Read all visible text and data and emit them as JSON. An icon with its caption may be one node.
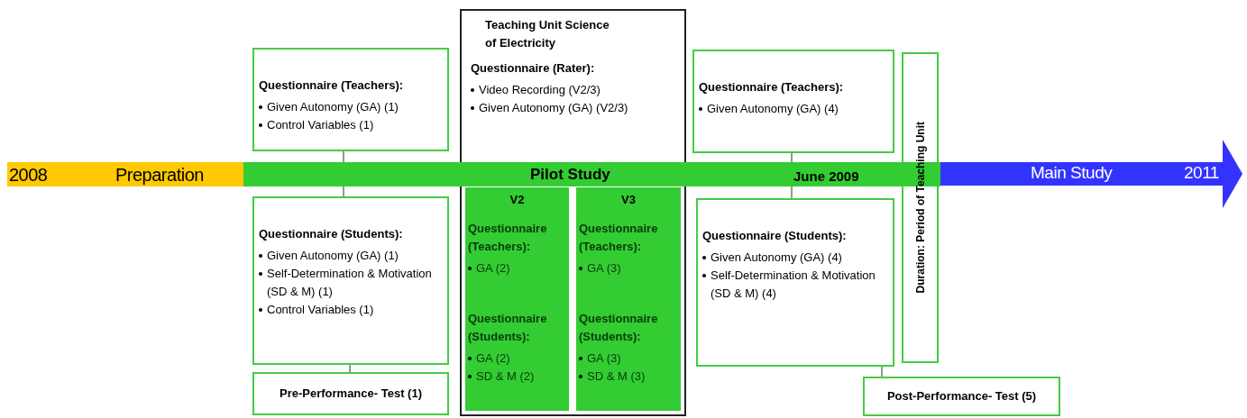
{
  "diagram": {
    "nodes": [
      {
        "text": [
          "2008",
          "Preparation"
        ]
      },
      {
        "text": [
          "Pilot Study",
          "June 2009"
        ]
      },
      {
        "text": [
          "Main Study",
          "2011"
        ]
      },
      {
        "text": [
          "Questionnaire (Teachers):",
          "Given Autonomy (GA) (1)",
          "Control Variables (1)"
        ]
      },
      {
        "text": [
          "Questionnaire (Students):",
          "Given Autonomy (GA) (1)",
          "Self-Determination & Motivation (SD & M) (1)",
          "Control Variables (1)"
        ]
      },
      {
        "text": [
          "Pre-Performance- Test (1)"
        ]
      },
      {
        "text": [
          "Teaching Unit Science of Electricity",
          "Questionnaire (Rater):",
          "Video Recording (V2/3)",
          "Given Autonomy (GA) (V2/3)"
        ]
      },
      {
        "text": [
          "V2",
          "Questionnaire (Teachers):",
          "GA (2)",
          "Questionnaire (Students):",
          "GA (2)",
          "SD & M (2)"
        ],
        "in": 6
      },
      {
        "text": [
          "V3",
          "Questionnaire (Teachers):",
          "GA (3)",
          "Questionnaire (Students):",
          "GA (3)",
          "SD & M (3)"
        ],
        "in": 6
      },
      {
        "text": [
          "Questionnaire (Teachers):",
          "Given Autonomy (GA) (4)"
        ]
      },
      {
        "text": [
          "Questionnaire (Students):",
          "Given Autonomy (GA) (4)",
          "Self-Determination & Motivation (SD & M) (4)"
        ]
      },
      {
        "text": [
          "Duration: Period of Teaching Unit"
        ]
      },
      {
        "text": [
          "Post-Performance- Test (5)"
        ]
      }
    ],
    "edges": [
      {
        "from": 3,
        "to": 1,
        "arrow": "none"
      },
      {
        "from": 4,
        "to": 1,
        "arrow": "none"
      },
      {
        "from": 4,
        "to": 5,
        "arrow": "none"
      },
      {
        "from": 9,
        "to": 1,
        "arrow": "none"
      },
      {
        "from": 10,
        "to": 1,
        "arrow": "none"
      },
      {
        "from": 10,
        "to": 12,
        "arrow": "none"
      }
    ]
  }
}
